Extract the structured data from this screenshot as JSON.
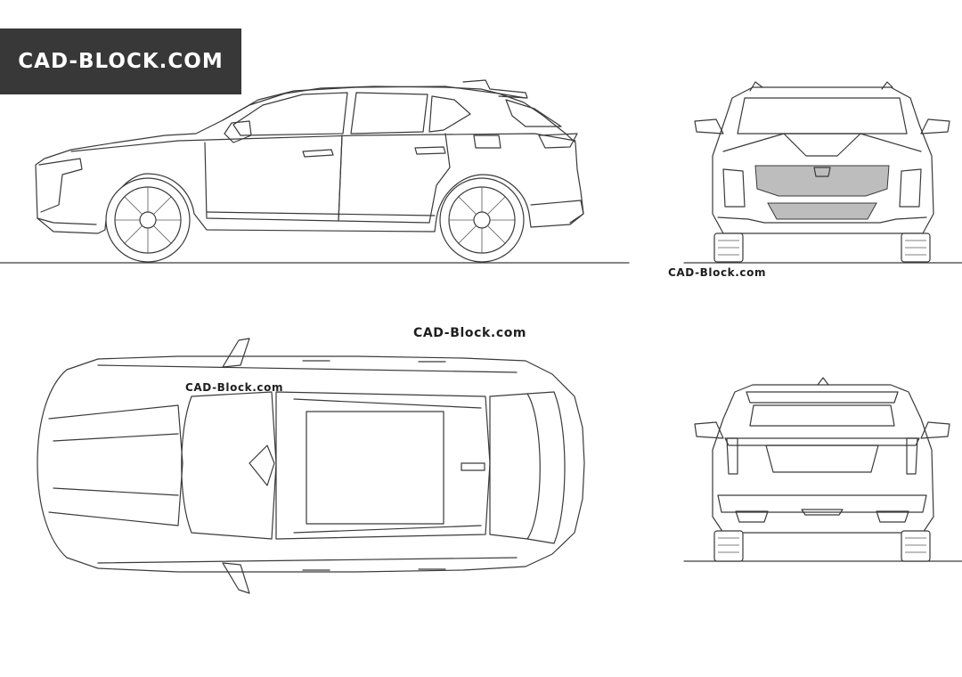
{
  "banner": {
    "text": "CAD-BLOCK.COM"
  },
  "watermarks": {
    "front": "CAD-Block.com",
    "middle": "CAD-Block.com",
    "top_view": "CAD-Block.com"
  }
}
